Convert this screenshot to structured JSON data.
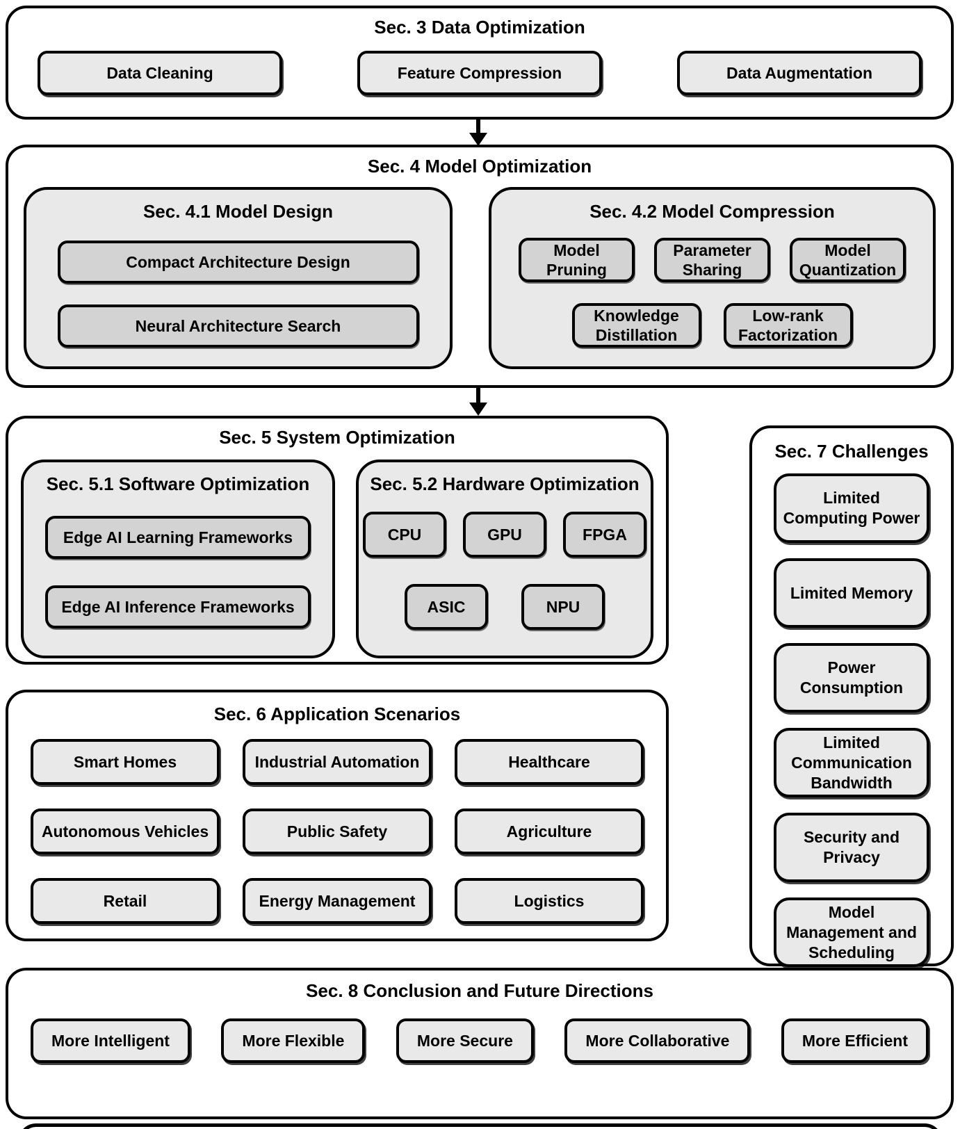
{
  "colors": {
    "border": "#000000",
    "section_bg": "#ffffff",
    "panel_bg": "#e9e9e9",
    "leaf_light_bg": "#e9e9e9",
    "leaf_dark_bg": "#d3d3d3"
  },
  "sections": {
    "data_opt": {
      "title": "Sec. 3 Data Optimization",
      "items": [
        "Data Cleaning",
        "Feature Compression",
        "Data Augmentation"
      ]
    },
    "model_opt": {
      "title": "Sec. 4 Model Optimization",
      "model_design": {
        "title": "Sec. 4.1 Model Design",
        "items": [
          "Compact Architecture Design",
          "Neural Architecture Search"
        ]
      },
      "model_compression": {
        "title": "Sec. 4.2 Model Compression",
        "row1": [
          "Model Pruning",
          "Parameter Sharing",
          "Model Quantization"
        ],
        "row2": [
          "Knowledge Distillation",
          "Low-rank Factorization"
        ]
      }
    },
    "system_opt": {
      "title": "Sec. 5 System Optimization",
      "software": {
        "title": "Sec. 5.1 Software Optimization",
        "items": [
          "Edge AI Learning Frameworks",
          "Edge AI Inference Frameworks"
        ]
      },
      "hardware": {
        "title": "Sec. 5.2 Hardware Optimization",
        "row1": [
          "CPU",
          "GPU",
          "FPGA"
        ],
        "row2": [
          "ASIC",
          "NPU"
        ]
      }
    },
    "applications": {
      "title": "Sec. 6 Application Scenarios",
      "items": [
        "Smart Homes",
        "Industrial Automation",
        "Healthcare",
        "Autonomous Vehicles",
        "Public Safety",
        "Agriculture",
        "Retail",
        "Energy Management",
        "Logistics"
      ]
    },
    "challenges": {
      "title": "Sec. 7 Challenges",
      "items": [
        "Limited Computing Power",
        "Limited Memory",
        "Power Consumption",
        "Limited Communication Bandwidth",
        "Security and Privacy",
        "Model Management and Scheduling"
      ]
    },
    "conclusion": {
      "title": "Sec. 8 Conclusion and Future Directions",
      "items": [
        "More Intelligent",
        "More Flexible",
        "More Secure",
        "More Collaborative",
        "More Efficient"
      ]
    }
  }
}
